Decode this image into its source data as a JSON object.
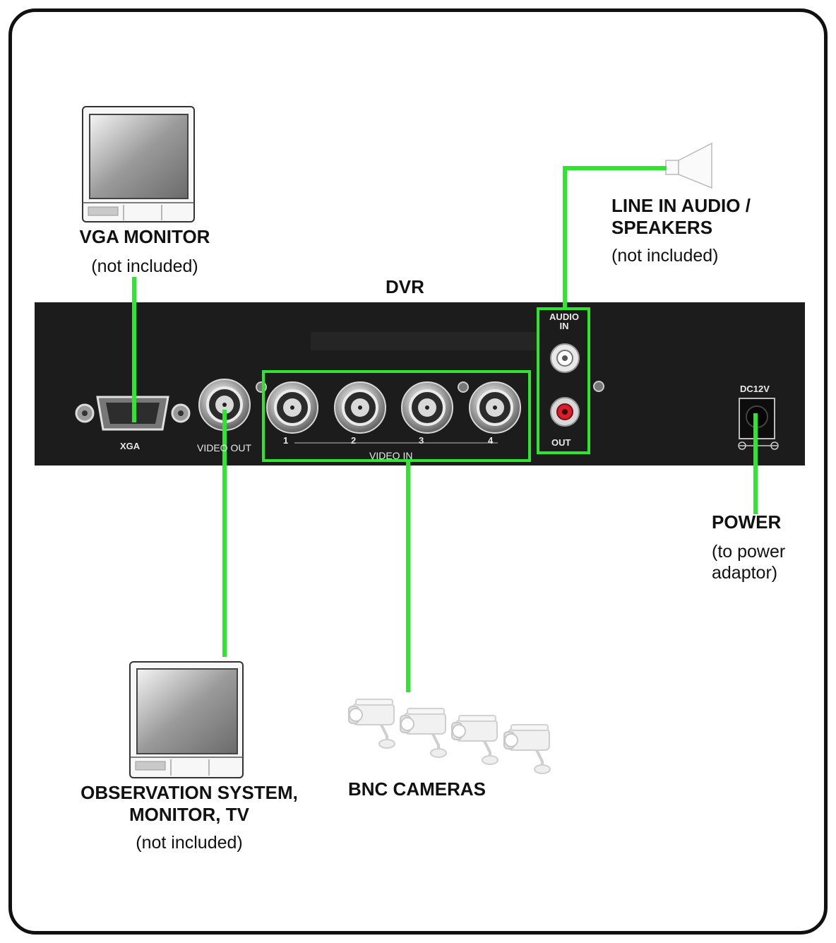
{
  "dvr": {
    "title": "DVR",
    "xga_label": "XGA",
    "video_out_label": "VIDEO OUT",
    "video_in_label": "VIDEO IN",
    "channel_labels": [
      "1",
      "2",
      "3",
      "4"
    ],
    "audio_in_label": "AUDIO IN",
    "audio_out_label": "OUT",
    "power_jack_label": "DC12V"
  },
  "devices": {
    "vga_monitor": {
      "title": "VGA MONITOR",
      "note": "(not included)"
    },
    "speakers": {
      "title_line1": "LINE IN AUDIO /",
      "title_line2": "SPEAKERS",
      "note": "(not included)"
    },
    "power": {
      "title": "POWER",
      "note_line1": "(to power",
      "note_line2": "adaptor)"
    },
    "observation": {
      "title_line1": "OBSERVATION SYSTEM,",
      "title_line2": "MONITOR, TV",
      "note": "(not included)"
    },
    "cameras": {
      "title": "BNC CAMERAS"
    }
  },
  "colors": {
    "cable": "#2ee62e",
    "panel": "#1c1c1c",
    "frame": "#111111"
  },
  "icons": [
    "monitor-icon",
    "speaker-icon",
    "camera-icon",
    "bnc-connector-icon",
    "vga-port-icon",
    "rca-jack-icon",
    "dc-jack-icon"
  ]
}
